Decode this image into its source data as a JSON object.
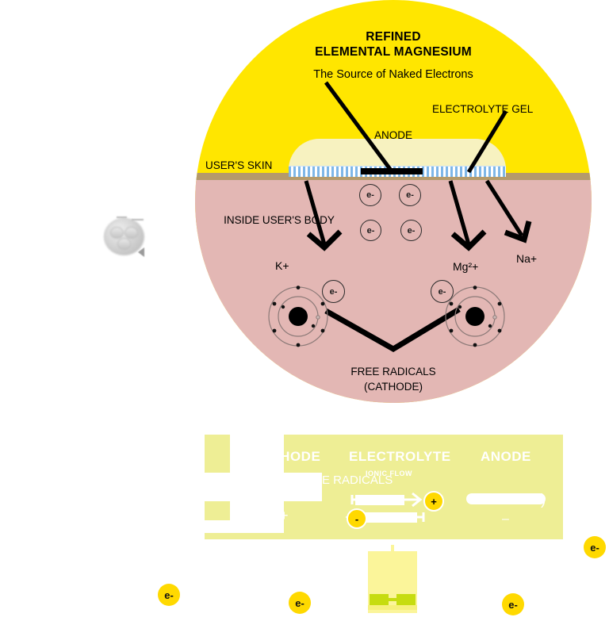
{
  "diagram": {
    "title_line1": "REFINED",
    "title_line2": "ELEMENTAL MAGNESIUM",
    "subtitle": "The Source of Naked Electrons",
    "label_anode": "ANODE",
    "label_electrolyte_gel": "ELECTROLYTE GEL",
    "label_users_skin": "USER'S SKIN",
    "label_inside_body": "INSIDE USER'S BODY",
    "label_k": "K+",
    "label_mg": "Mg²+",
    "label_na": "Na+",
    "label_free_radicals": "FREE RADICALS (CATHODE)",
    "electron_label": "e-",
    "electrons_in_body": [
      "e-",
      "e-",
      "e-",
      "e-"
    ],
    "electrons_near_atoms": [
      "e-",
      "e-"
    ],
    "colors": {
      "magnesium_yellow": "#ffe600",
      "skin_band": "#b59a6b",
      "body_pink": "#e3b7b4",
      "gel_blob": "#f7f2c0",
      "gel_stripe": "#7fb7e8",
      "anode_bar": "#000000"
    }
  },
  "panel": {
    "cathode_label": "CATHODE",
    "electrolyte_label": "ELECTROLYTE",
    "ionic_flow_label": "IONIC FLOW",
    "anode_label": "ANODE",
    "free_radicals_label": "FREE RADICALS",
    "cathode_sign": "+",
    "anode_sign": "–",
    "positive_charge": "+",
    "negative_charge": "-",
    "arrow_right": "→",
    "arrow_left": "←",
    "panel_color": "#eeee95",
    "charge_color": "#ffd900",
    "text_color": "#ffffff"
  },
  "floating": {
    "electrons": [
      "e-",
      "e-",
      "e-",
      "e-"
    ],
    "card_color": "#fbf59a",
    "card_foot_color": "#c6dc10"
  },
  "device": {
    "icon_name": "blurred-device-disc"
  }
}
